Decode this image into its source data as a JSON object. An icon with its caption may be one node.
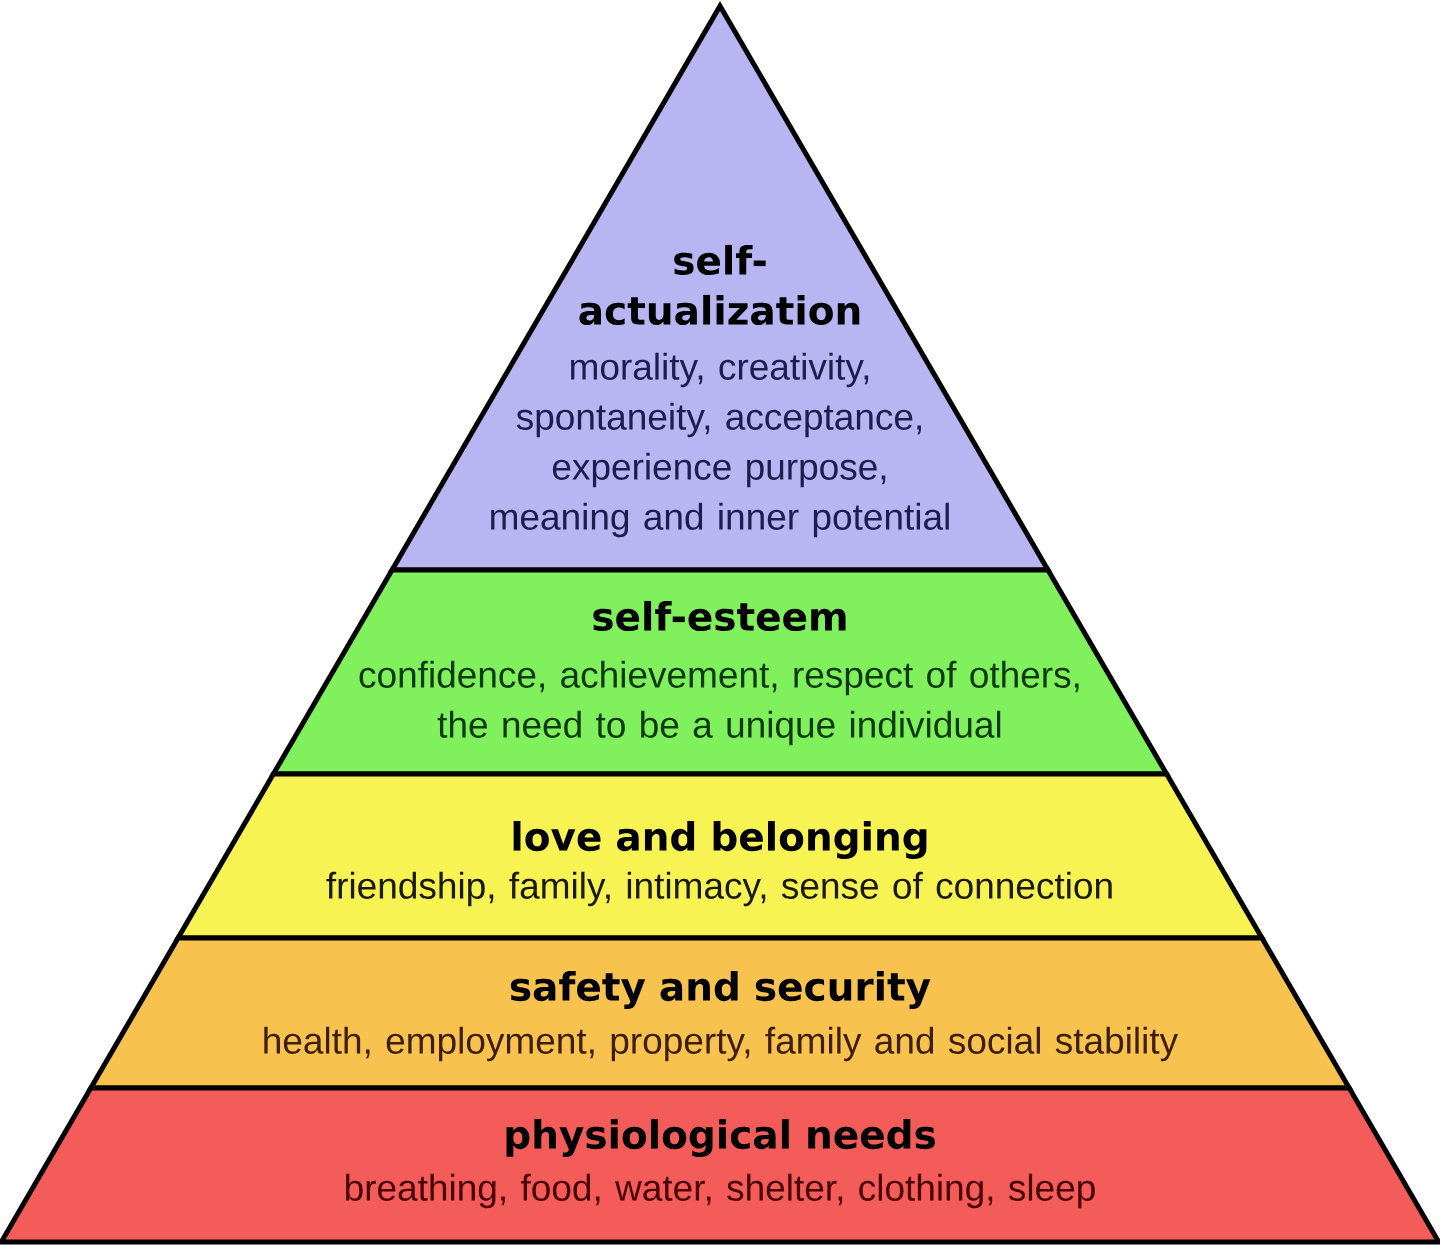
{
  "diagram": {
    "nodes": [
      {
        "text": [
          "self-actualization",
          "morality, creativity, spontaneity, acceptance, experience purpose, meaning and inner potential"
        ]
      },
      {
        "text": [
          "self-esteem",
          "confidence, achievement, respect of others, the need to be a unique individual"
        ]
      },
      {
        "text": [
          "love and belonging",
          "friendship, family, intimacy, sense of connection"
        ]
      },
      {
        "text": [
          "safety and security",
          "health, employment, property, family and social stability"
        ]
      },
      {
        "text": [
          "physiological needs",
          "breathing, food, water, shelter, clothing, sleep"
        ]
      }
    ]
  }
}
